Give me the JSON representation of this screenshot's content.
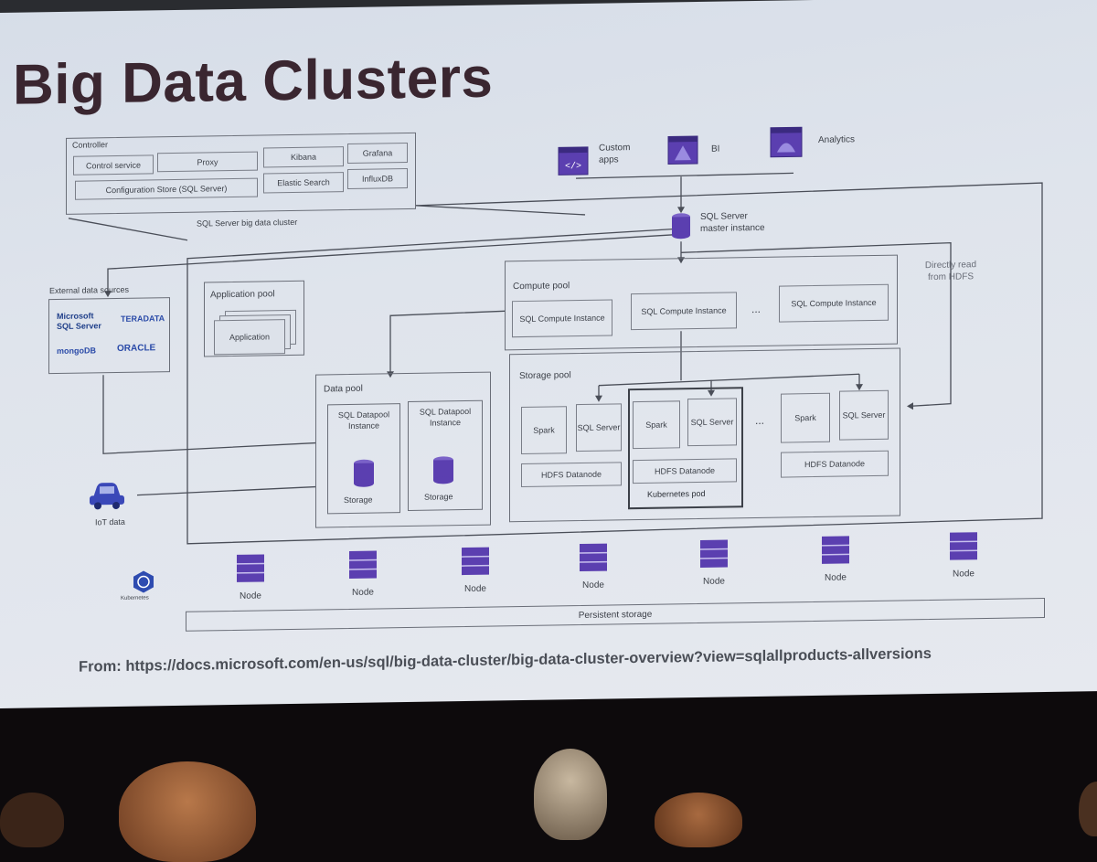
{
  "title": "Big Data Clusters",
  "controller": {
    "label": "Controller",
    "items": [
      "Control service",
      "Proxy",
      "Configuration Store (SQL Server)",
      "Kibana",
      "Elastic Search",
      "Grafana",
      "InfluxDB"
    ]
  },
  "cluster_label": "SQL Server big data cluster",
  "consumers": [
    {
      "label": "Custom apps",
      "icon": "code-window-icon"
    },
    {
      "label": "BI",
      "icon": "bi-chart-icon"
    },
    {
      "label": "Analytics",
      "icon": "analytics-icon"
    }
  ],
  "master": {
    "line1": "SQL Server",
    "line2": "master instance"
  },
  "external": {
    "label": "External data sources",
    "logos": [
      "Microsoft SQL Server",
      "TERADATA",
      "mongoDB",
      "ORACLE"
    ]
  },
  "app_pool": {
    "label": "Application pool",
    "item": "Application"
  },
  "compute_pool": {
    "label": "Compute pool",
    "instances": [
      "SQL Compute Instance",
      "SQL Compute Instance",
      "SQL Compute Instance"
    ],
    "ellipsis": "..."
  },
  "direct_read": "Directly read from HDFS",
  "data_pool": {
    "label": "Data pool",
    "instances": [
      {
        "name": "SQL Datapool Instance",
        "storage": "Storage"
      },
      {
        "name": "SQL Datapool Instance",
        "storage": "Storage"
      }
    ]
  },
  "storage_pool": {
    "label": "Storage pool",
    "spark": "Spark",
    "sql_server": "SQL Server",
    "hdfs": "HDFS Datanode",
    "ellipsis": "...",
    "kubernetes_pod": "Kubernetes pod"
  },
  "iot": {
    "label": "IoT data"
  },
  "kubernetes": {
    "label": "Kubernetes"
  },
  "nodes": [
    "Node",
    "Node",
    "Node",
    "Node",
    "Node",
    "Node",
    "Node"
  ],
  "persistent_storage": "Persistent storage",
  "footer": "From: https://docs.microsoft.com/en-us/sql/big-data-cluster/big-data-cluster-overview?view=sqlallproducts-allversions",
  "colors": {
    "icon_purple": "#5b3fb0",
    "title": "#3a2630",
    "line": "#4a4e58"
  }
}
